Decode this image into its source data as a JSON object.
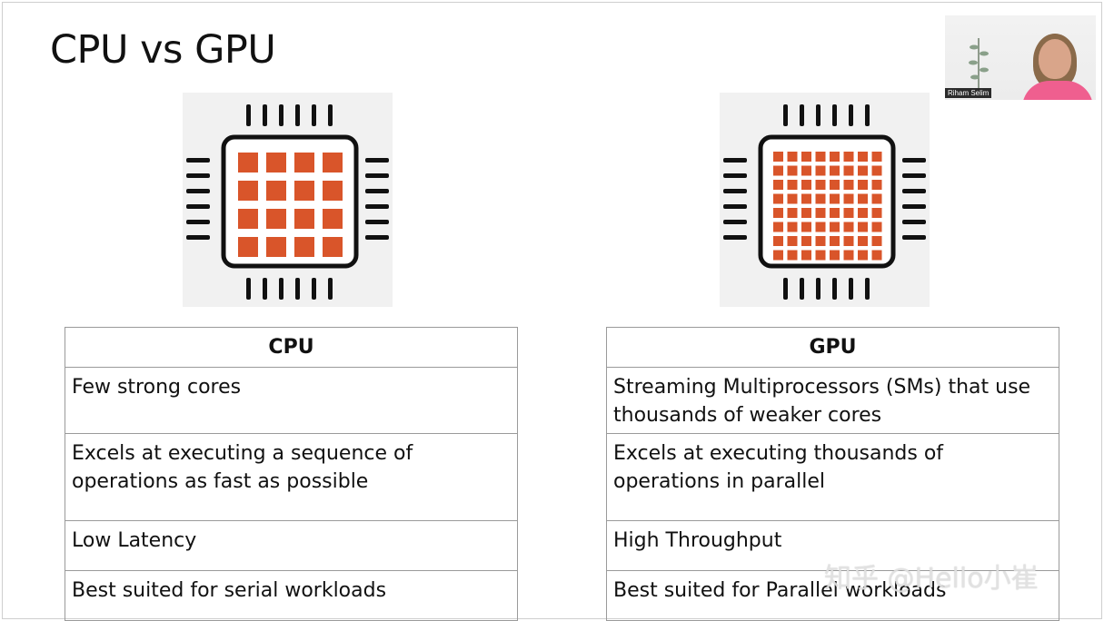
{
  "slide": {
    "title": "CPU vs GPU"
  },
  "webcam": {
    "name": "Riham Selim"
  },
  "cpu_table": {
    "header": "CPU",
    "rows": [
      "Few strong cores",
      "Excels at executing a sequence of operations as fast as possible",
      "Low Latency",
      "Best suited for serial workloads"
    ]
  },
  "gpu_table": {
    "header": "GPU",
    "rows": [
      "Streaming Multiprocessors (SMs) that use thousands of weaker cores",
      "Excels at executing thousands of operations in parallel",
      "High Throughput",
      "Best suited for Parallel workloads"
    ]
  },
  "icons": {
    "cpu": "cpu-chip-icon",
    "gpu": "gpu-chip-icon"
  },
  "colors": {
    "core": "#d9552a",
    "chip_outline": "#111111",
    "icon_bg": "#f1f1f1"
  },
  "watermark": "知乎 @Hello小崔"
}
